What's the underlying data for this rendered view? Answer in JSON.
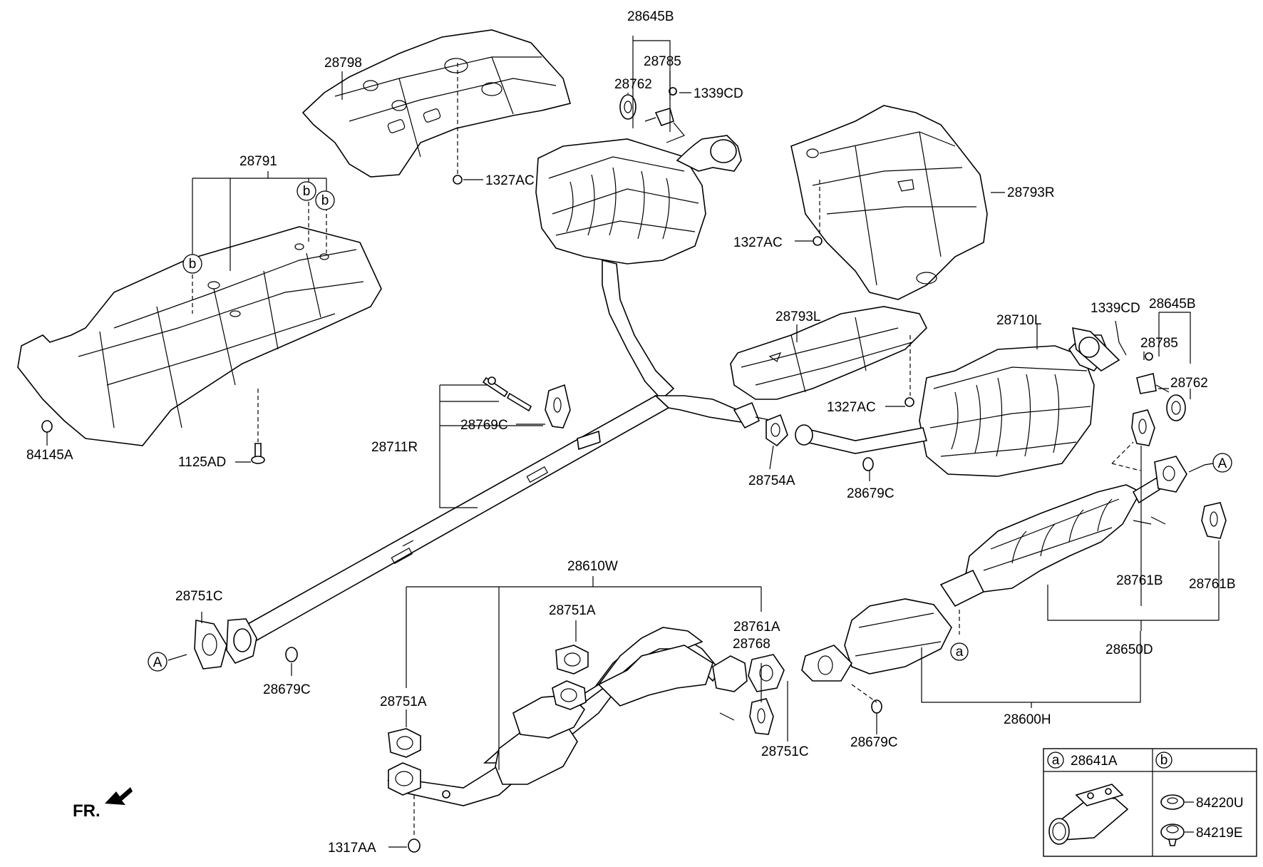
{
  "diagram": {
    "labels": {
      "l28645B_top": "28645B",
      "l28785_top": "28785",
      "l28762_top": "28762",
      "l1339CD_top": "1339CD",
      "l28798": "28798",
      "l1327AC_a": "1327AC",
      "l28791": "28791",
      "l28793R": "28793R",
      "l1327AC_b": "1327AC",
      "l84145A": "84145A",
      "l1125AD": "1125AD",
      "l28769C": "28769C",
      "l28711R": "28711R",
      "l28793L": "28793L",
      "l28710L": "28710L",
      "l1339CD_r": "1339CD",
      "l28645B_r": "28645B",
      "l28785_r": "28785",
      "l28762_r": "28762",
      "l1327AC_c": "1327AC",
      "l28754A": "28754A",
      "l28679C_a": "28679C",
      "l28751C_l": "28751C",
      "l28679C_b": "28679C",
      "l28610W": "28610W",
      "l28751A_a": "28751A",
      "l28751A_b": "28751A",
      "l28761A": "28761A",
      "l28768": "28768",
      "l28751C_m": "28751C",
      "l28679C_c": "28679C",
      "l28761B_a": "28761B",
      "l28761B_b": "28761B",
      "l28650D": "28650D",
      "l28600H": "28600H",
      "l1317AA": "1317AA",
      "fr": "FR."
    },
    "callouts": {
      "A_left": "A",
      "A_right": "A",
      "a_pipe": "a",
      "b1": "b",
      "b2": "b",
      "b3": "b"
    },
    "legend": {
      "a_marker": "a",
      "a_part": "28641A",
      "b_marker": "b",
      "b_part1": "84220U",
      "b_part2": "84219E"
    }
  }
}
